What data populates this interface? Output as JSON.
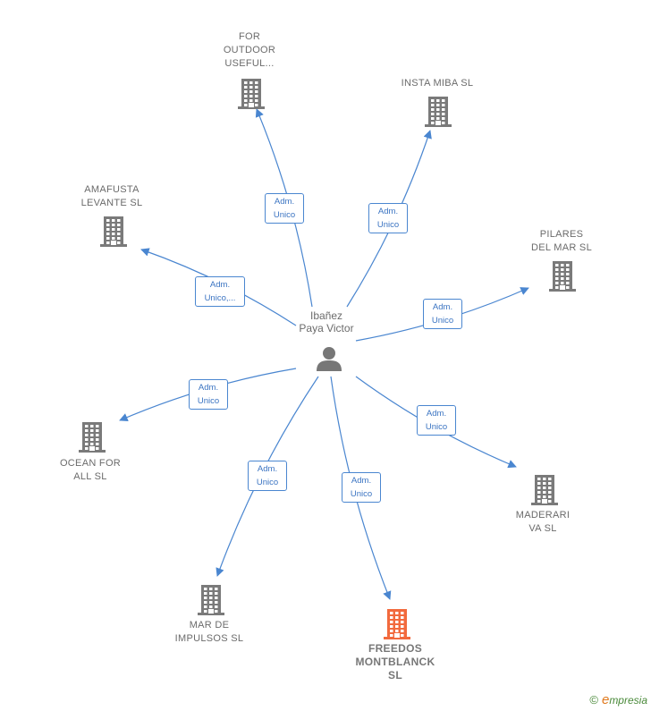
{
  "center": {
    "label": "Ibañez\nPaya Victor",
    "icon": "person-icon"
  },
  "companies": [
    {
      "id": "for-outdoor",
      "label": "FOR\nOUTDOOR\nUSEFUL...",
      "color": "#7a7a7a",
      "icon": "building-icon",
      "edge": "Adm.\nUnico"
    },
    {
      "id": "insta-miba",
      "label": "INSTA MIBA SL",
      "color": "#7a7a7a",
      "icon": "building-icon",
      "edge": "Adm.\nUnico"
    },
    {
      "id": "amafusta",
      "label": "AMAFUSTA\nLEVANTE  SL",
      "color": "#7a7a7a",
      "icon": "building-icon",
      "edge": "Adm.\nUnico,..."
    },
    {
      "id": "pilares",
      "label": "PILARES\nDEL MAR  SL",
      "color": "#7a7a7a",
      "icon": "building-icon",
      "edge": "Adm.\nUnico"
    },
    {
      "id": "ocean",
      "label": "OCEAN FOR\nALL  SL",
      "color": "#7a7a7a",
      "icon": "building-icon",
      "edge": "Adm.\nUnico"
    },
    {
      "id": "maderari",
      "label": "MADERARI\nVA  SL",
      "color": "#7a7a7a",
      "icon": "building-icon",
      "edge": "Adm.\nUnico"
    },
    {
      "id": "mar-impulsos",
      "label": "MAR DE\nIMPULSOS  SL",
      "color": "#7a7a7a",
      "icon": "building-icon",
      "edge": "Adm.\nUnico"
    },
    {
      "id": "freedos",
      "label": "FREEDOS\nMONTBLANCK\nSL",
      "color": "#f26a3d",
      "icon": "building-icon",
      "edge": "Adm.\nUnico",
      "highlight": true
    }
  ],
  "colors": {
    "edge": "#4a86d0",
    "building": "#7a7a7a",
    "highlight": "#f26a3d",
    "person": "#777777"
  },
  "footer": {
    "copyright": "©",
    "brand_initial": "e",
    "brand_rest": "mpresia"
  }
}
